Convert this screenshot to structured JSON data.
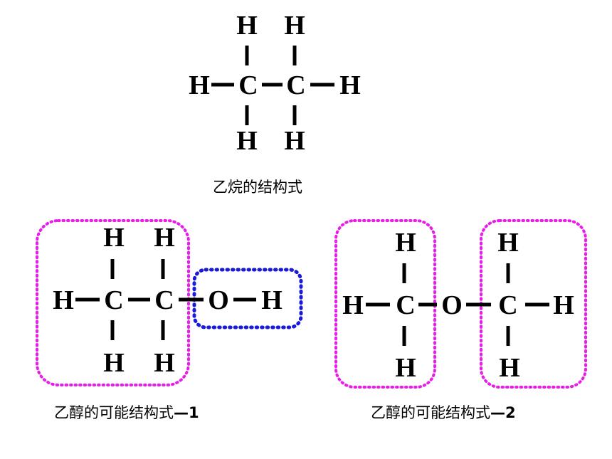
{
  "atoms": {
    "H": "H",
    "C": "C",
    "O": "O"
  },
  "captions": {
    "ethane": "乙烷的结构式",
    "ethanol_1_text": "乙醇的可能结构式",
    "ethanol_1_num": "—1",
    "ethanol_2_text": "乙醇的可能结构式",
    "ethanol_2_num": "—2"
  },
  "colors": {
    "group_box_magenta": "#e81ee8",
    "group_box_blue": "#1a1ad8"
  }
}
